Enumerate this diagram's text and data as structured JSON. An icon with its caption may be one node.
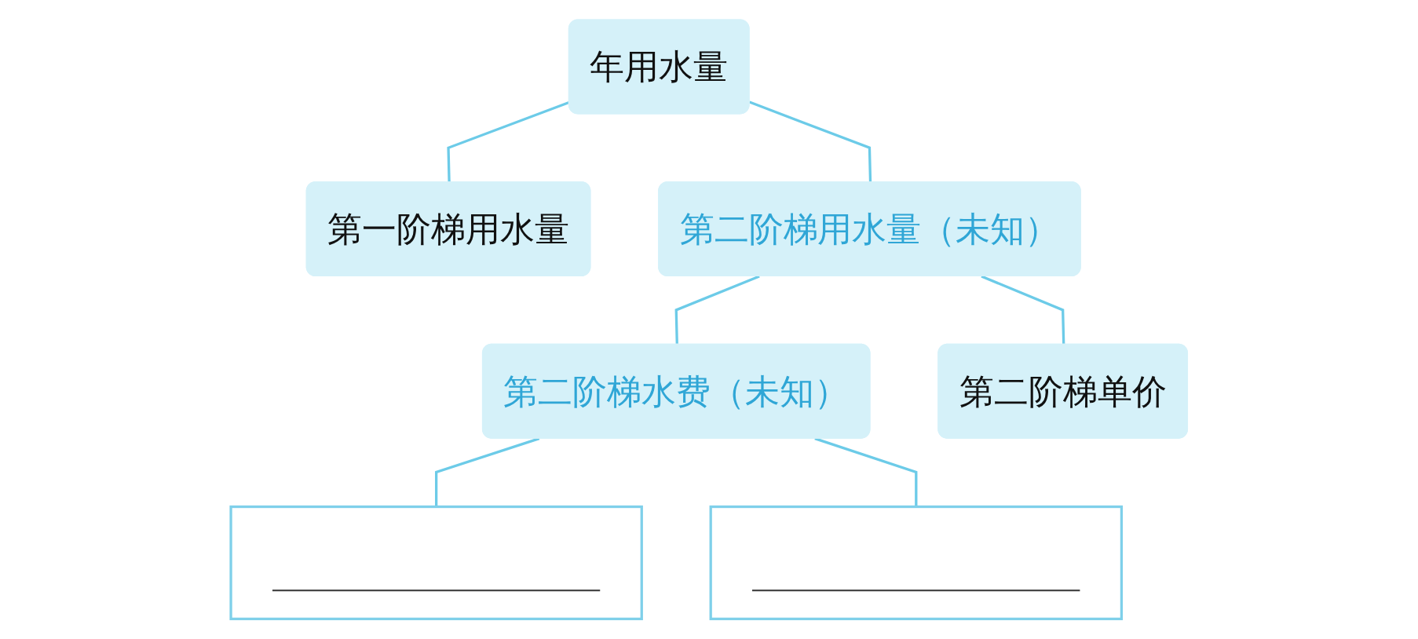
{
  "diagram": {
    "nodes": [
      {
        "text": [
          "年用水量"
        ]
      },
      {
        "text": [
          "第一阶梯用水量"
        ]
      },
      {
        "text": [
          "第二阶梯用水量（未知）"
        ]
      },
      {
        "text": [
          "第二阶梯水费（未知）"
        ]
      },
      {
        "text": [
          "第二阶梯单价"
        ]
      },
      {
        "text": [],
        "shape": "box"
      },
      {
        "text": [],
        "shape": "box"
      }
    ],
    "edges": [
      {
        "from": 0,
        "to": 1,
        "arrow": "none"
      },
      {
        "from": 0,
        "to": 2,
        "arrow": "none"
      },
      {
        "from": 2,
        "to": 3,
        "arrow": "none"
      },
      {
        "from": 2,
        "to": 4,
        "arrow": "none"
      },
      {
        "from": 3,
        "to": 5,
        "arrow": "none"
      },
      {
        "from": 3,
        "to": 6,
        "arrow": "none"
      }
    ]
  }
}
